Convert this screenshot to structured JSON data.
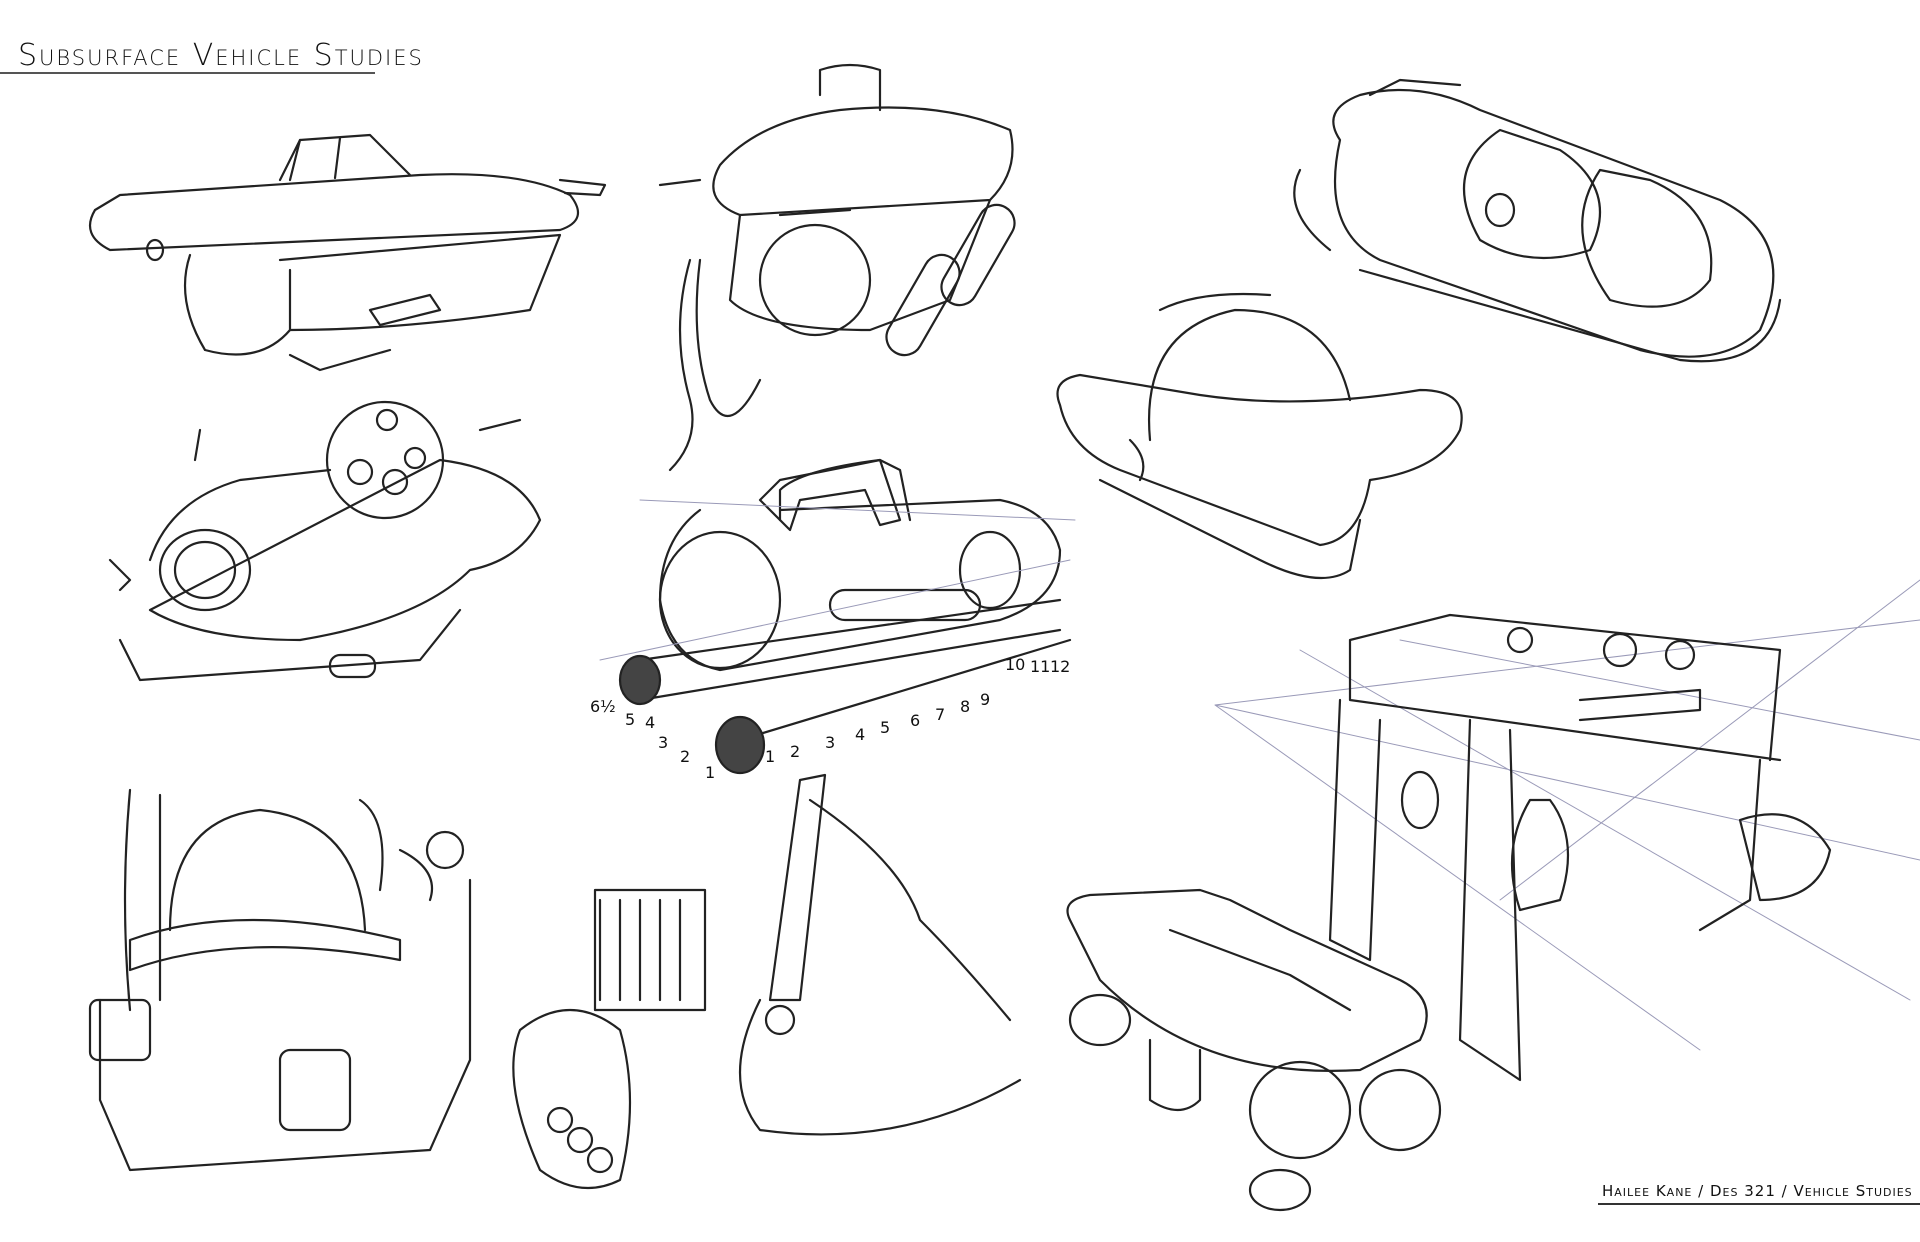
{
  "title": "Subsurface Vehicle Studies",
  "signature": "Hailee Kane / Des 321 / Vehicle Studies",
  "scale_labels": {
    "left": [
      "6½",
      "5",
      "4",
      "3",
      "2",
      "1"
    ],
    "bottom": [
      "1",
      "2",
      "3",
      "4",
      "5",
      "6",
      "7",
      "8",
      "9",
      "10",
      "11",
      "12"
    ]
  }
}
